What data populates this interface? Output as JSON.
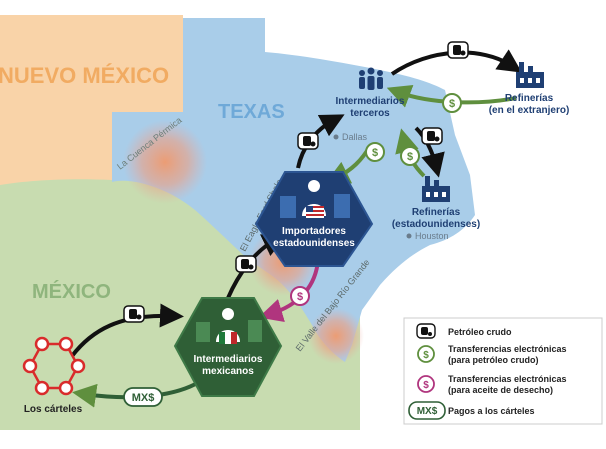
{
  "regions": {
    "new_mexico": "NUEVO MÉXICO",
    "texas": "TEXAS",
    "mexico": "MÉXICO"
  },
  "basins": {
    "permian": "La Cuenca Pérmica",
    "eagle_ford": "El Eagle Ford Shale",
    "rio_grande": "El Valle del Bajo Río Grande"
  },
  "cities": {
    "dallas": "Dallas",
    "houston": "Houston"
  },
  "actors": {
    "third_party_line1": "Intermediarios",
    "third_party_line2": "terceros",
    "foreign_refineries_line1": "Refinerías",
    "foreign_refineries_line2": "(en el extranjero)",
    "us_refineries_line1": "Refinerías",
    "us_refineries_line2": "(estadounidenses)",
    "us_importers_line1": "Importadores",
    "us_importers_line2": "estadounidenses",
    "mx_intermediaries_line1": "Intermediarios",
    "mx_intermediaries_line2": "mexicanos",
    "cartels": "Los cárteles"
  },
  "symbols": {
    "dollar": "$",
    "mxs": "MX$"
  },
  "legend": {
    "crude": "Petróleo crudo",
    "wire_crude_line1": "Transferencias electrónicas",
    "wire_crude_line2": "(para petróleo crudo)",
    "wire_waste_line1": "Transferencias electrónicas",
    "wire_waste_line2": "(para aceite de desecho)",
    "cartel_pay": "Pagos a los cárteles",
    "mxs": "MX$"
  },
  "colors": {
    "new_mexico": "#f9d3a8",
    "texas": "#a9cde9",
    "mexico": "#c8dcb0",
    "dark_navy": "#1f3f73",
    "dark_green": "#2f5f36",
    "wire_green": "#5f8f3e",
    "waste_magenta": "#b0357e",
    "cartel_red": "#d92b2b"
  },
  "icons": {
    "barrel": "oil-barrel-icon",
    "people": "people-group-icon",
    "refinery": "refinery-icon",
    "person": "person-icon",
    "building": "building-icon"
  }
}
